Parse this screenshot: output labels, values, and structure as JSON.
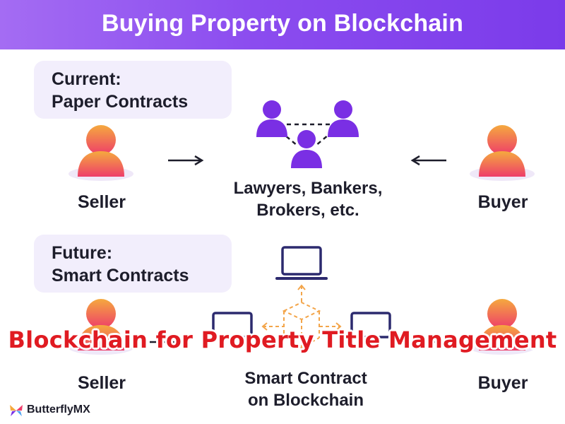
{
  "header": {
    "title": "Buying Property on Blockchain"
  },
  "current_section": {
    "heading_line1": "Current:",
    "heading_line2": "Paper Contracts",
    "seller_label": "Seller",
    "buyer_label": "Buyer",
    "intermediaries_line1": "Lawyers, Bankers,",
    "intermediaries_line2": "Brokers, etc."
  },
  "future_section": {
    "heading_line1": "Future:",
    "heading_line2": "Smart Contracts",
    "seller_label": "Seller",
    "buyer_label": "Buyer",
    "contract_line1": "Smart Contract",
    "contract_line2": "on Blockchain"
  },
  "overlay_caption": "Blockchain for Property Title Management",
  "logo": {
    "text": "ButterflyMX"
  },
  "colors": {
    "header_gradient_start": "#a46cf3",
    "header_gradient_end": "#7b3bea",
    "person_gradient_top": "#f5a93e",
    "person_gradient_bottom": "#ee3d6a",
    "intermediary_purple": "#7a2fe4",
    "laptop_navy": "#2c2a6e",
    "blockchain_orange": "#f3a54a",
    "caption_red": "#e01b22",
    "section_box_bg": "#f2eefc"
  }
}
